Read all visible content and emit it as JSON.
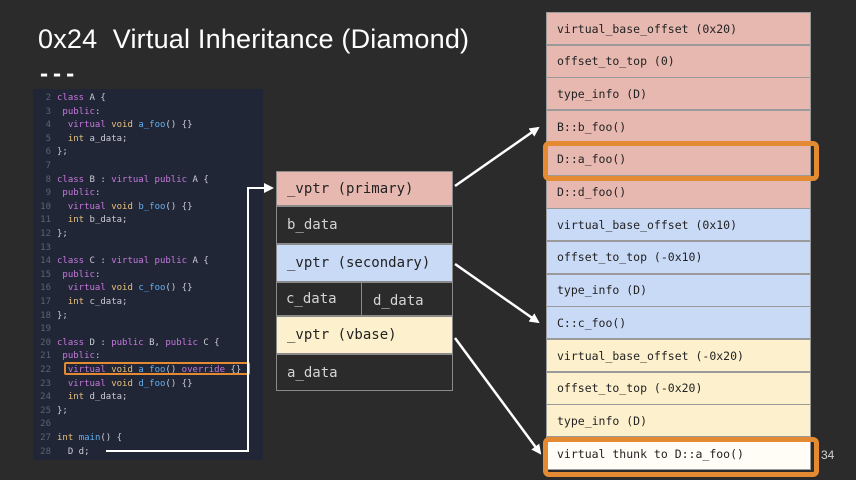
{
  "slide": {
    "title": "0x24  Virtual Inheritance (Diamond)",
    "separator": "---",
    "page_number": "34"
  },
  "code": [
    {
      "n": "2",
      "t": "class A {"
    },
    {
      "n": "3",
      "t": " public:"
    },
    {
      "n": "4",
      "t": "  virtual void a_foo() {}"
    },
    {
      "n": "5",
      "t": "  int a_data;"
    },
    {
      "n": "6",
      "t": "};"
    },
    {
      "n": "7",
      "t": ""
    },
    {
      "n": "8",
      "t": "class B : virtual public A {"
    },
    {
      "n": "9",
      "t": " public:"
    },
    {
      "n": "10",
      "t": "  virtual void b_foo() {}"
    },
    {
      "n": "11",
      "t": "  int b_data;"
    },
    {
      "n": "12",
      "t": "};"
    },
    {
      "n": "13",
      "t": ""
    },
    {
      "n": "14",
      "t": "class C : virtual public A {"
    },
    {
      "n": "15",
      "t": " public:"
    },
    {
      "n": "16",
      "t": "  virtual void c_foo() {}"
    },
    {
      "n": "17",
      "t": "  int c_data;"
    },
    {
      "n": "18",
      "t": "};"
    },
    {
      "n": "19",
      "t": ""
    },
    {
      "n": "20",
      "t": "class D : public B, public C {"
    },
    {
      "n": "21",
      "t": " public:"
    },
    {
      "n": "22",
      "t": "  virtual void a_foo() override {}"
    },
    {
      "n": "23",
      "t": "  virtual void d_foo() {}"
    },
    {
      "n": "24",
      "t": "  int d_data;"
    },
    {
      "n": "25",
      "t": "};"
    },
    {
      "n": "26",
      "t": ""
    },
    {
      "n": "27",
      "t": "int main() {"
    },
    {
      "n": "28",
      "t": "  D d;"
    }
  ],
  "object_layout": {
    "vptr_primary": "_vptr (primary)",
    "b_data": "b_data",
    "vptr_secondary": "_vptr (secondary)",
    "c_data": "c_data",
    "d_data": "d_data",
    "vptr_vbase": "_vptr (vbase)",
    "a_data": "a_data"
  },
  "vtable": [
    {
      "label": "virtual_base_offset (0x20)",
      "group": "pink"
    },
    {
      "label": "offset_to_top (0)",
      "group": "pink"
    },
    {
      "label": "type_info (D)",
      "group": "pink"
    },
    {
      "label": "B::b_foo()",
      "group": "pink"
    },
    {
      "label": "D::a_foo()",
      "group": "pink"
    },
    {
      "label": "D::d_foo()",
      "group": "pink"
    },
    {
      "label": "virtual_base_offset (0x10)",
      "group": "blue"
    },
    {
      "label": "offset_to_top (-0x10)",
      "group": "blue"
    },
    {
      "label": "type_info (D)",
      "group": "blue"
    },
    {
      "label": "C::c_foo()",
      "group": "blue"
    },
    {
      "label": "virtual_base_offset (-0x20)",
      "group": "yellow"
    },
    {
      "label": "offset_to_top (-0x20)",
      "group": "yellow"
    },
    {
      "label": "type_info (D)",
      "group": "yellow"
    },
    {
      "label": "virtual thunk to D::a_foo()",
      "group": "yellow"
    }
  ],
  "colors": {
    "highlight": "#e38a32",
    "keyword": "#c678dd",
    "type": "#e5c07b",
    "name": "#61afef",
    "text": "#c8ccd4"
  }
}
